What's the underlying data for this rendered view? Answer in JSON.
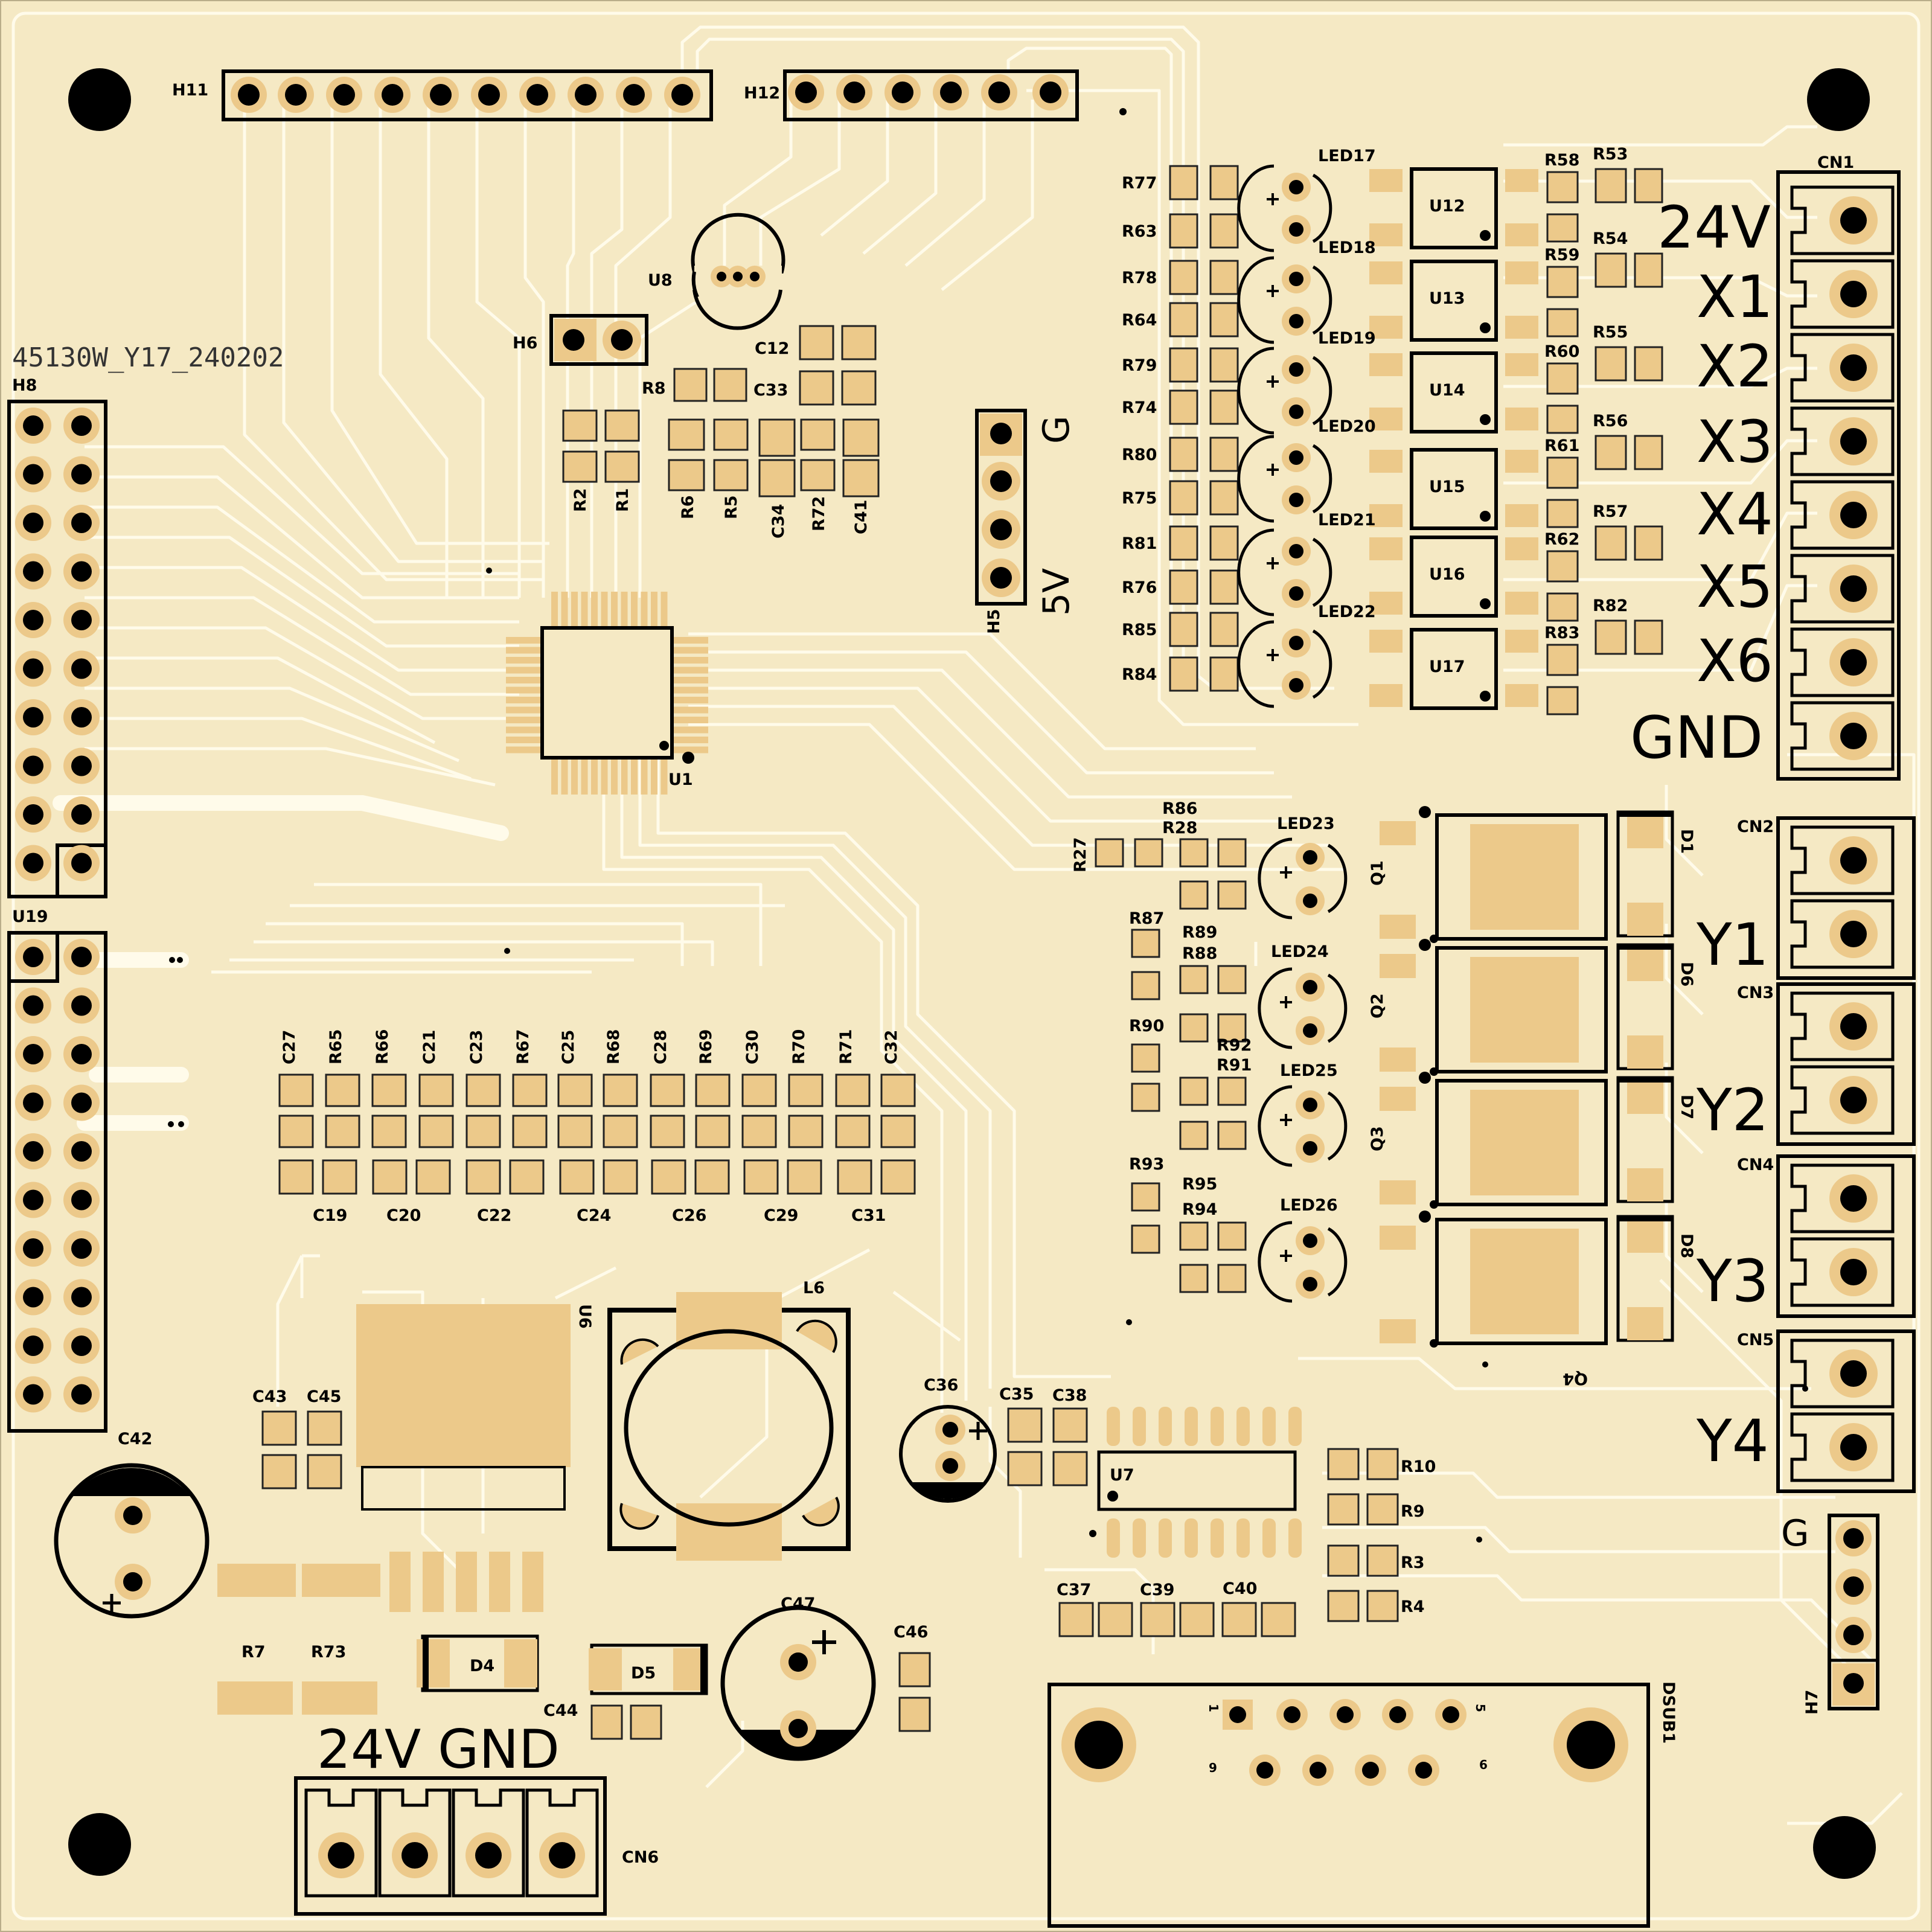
{
  "board_id": "45130W_Y17_240202",
  "colors": {
    "board": "#f5e9c4",
    "copper": "#ecc98a",
    "trace": "#fffbea",
    "silkscreen": "#000000"
  },
  "connector_labels": {
    "cn1": [
      "24V",
      "X1",
      "X2",
      "X3",
      "X4",
      "X5",
      "X6",
      "GND"
    ],
    "y_outputs": [
      "Y1",
      "Y2",
      "Y3",
      "Y4"
    ],
    "power_in": "24V GND",
    "header_g": "G",
    "header_5v": "5V",
    "h7_g": "G"
  },
  "headers": {
    "h11": "H11",
    "h12": "H12",
    "h8": "H8",
    "u19": "U19",
    "h6": "H6",
    "h5": "H5",
    "h7": "H7"
  },
  "ics": {
    "u1": "U1",
    "u6": "U6",
    "u7": "U7",
    "u8": "U8",
    "opto": [
      "U12",
      "U13",
      "U14",
      "U15",
      "U16",
      "U17"
    ],
    "l6": "L6",
    "dsub": "DSUB1"
  },
  "input_leds": [
    "LED17",
    "LED18",
    "LED19",
    "LED20",
    "LED21",
    "LED22"
  ],
  "output_leds": [
    "LED23",
    "LED24",
    "LED25",
    "LED26"
  ],
  "left_resistors": [
    "R77",
    "R63",
    "R78",
    "R64",
    "R79",
    "R74",
    "R80",
    "R75",
    "R81",
    "R76",
    "R85",
    "R84"
  ],
  "right_resistors_a": [
    "R58",
    "R59",
    "R60",
    "R61",
    "R62",
    "R83"
  ],
  "right_resistors_b": [
    "R53",
    "R54",
    "R55",
    "R56",
    "R57",
    "R82"
  ],
  "transistors": [
    "Q1",
    "Q2",
    "Q3",
    "Q4"
  ],
  "diodes": [
    "D1",
    "D6",
    "D7",
    "D8"
  ],
  "out_connectors": [
    "CN1",
    "CN2",
    "CN3",
    "CN4",
    "CN5",
    "CN6"
  ],
  "out_resistors": [
    "R27",
    "R86",
    "R28",
    "R87",
    "R89",
    "R88",
    "R90",
    "R92",
    "R91",
    "R93",
    "R95",
    "R94"
  ],
  "top_caps": [
    "C27",
    "R65",
    "R66",
    "C21",
    "C23",
    "R67",
    "C25",
    "R68",
    "C28",
    "R69",
    "C30",
    "R70",
    "R71",
    "C32"
  ],
  "bottom_caps": [
    "C19",
    "C20",
    "C22",
    "C24",
    "C26",
    "C29",
    "C31"
  ],
  "small_parts": {
    "r8": "R8",
    "c12": "C12",
    "c33": "C33",
    "r2": "R2",
    "r1": "R1",
    "r6": "R6",
    "r5": "R5",
    "c34": "C34",
    "r72": "R72",
    "c41": "C41",
    "c43": "C43",
    "c45": "C45",
    "c42": "C42",
    "r7": "R7",
    "r73": "R73",
    "d4": "D4",
    "d5": "D5",
    "c44": "C44",
    "c47": "C47",
    "c46": "C46",
    "c36": "C36",
    "c35": "C35",
    "c38": "C38",
    "c37": "C37",
    "c39": "C39",
    "c40": "C40",
    "r10": "R10",
    "r9": "R9",
    "r3": "R3",
    "r4": "R4"
  },
  "dsub_pins": {
    "p1": "1",
    "p5": "5",
    "p9": "9",
    "p6": "6"
  }
}
